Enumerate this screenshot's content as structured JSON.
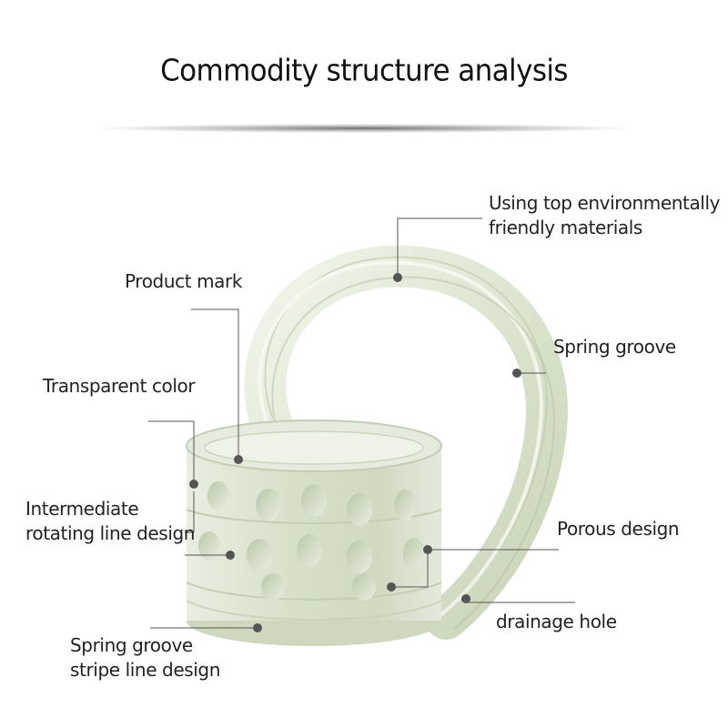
{
  "title": "Commodity structure analysis",
  "labels": {
    "materials": [
      "Using top environmentally",
      "friendly materials"
    ],
    "product_mark": "Product mark",
    "spring_groove_right": "Spring groove",
    "transparent_color": "Transparent color",
    "intermediate": [
      "Intermediate",
      "rotating line design"
    ],
    "porous_design": "Porous design",
    "drainage_hole": "drainage hole",
    "spring_groove_stripe": [
      "Spring groove",
      "stripe line design"
    ]
  },
  "colors": {
    "product_body": "#dfe8d3",
    "product_edge": "#b7c4a6",
    "leader_line": "#555555",
    "text": "#222222"
  }
}
